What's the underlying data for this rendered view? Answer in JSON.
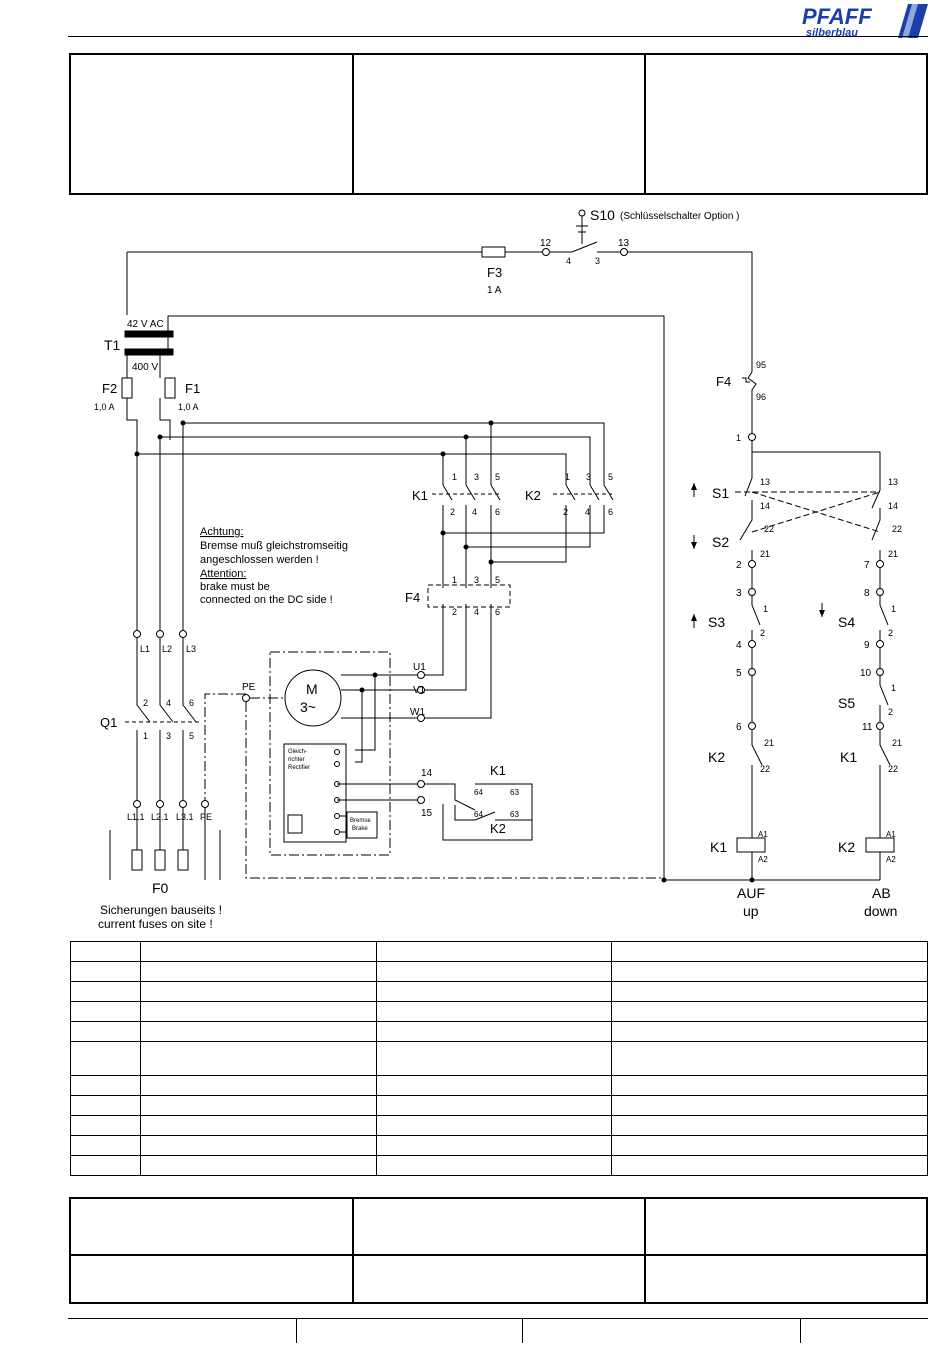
{
  "brand": {
    "name": "PFAFF",
    "sub": "silberblau",
    "accent": "#1a3fa8"
  },
  "components": {
    "s10": "S10",
    "s10_note": "(Schlüsselschalter Option )",
    "f3": "F3",
    "f3_rating": "1 A",
    "t1": "T1",
    "t1_secondary": "42 V AC",
    "t1_primary": "400 V",
    "f1": "F1",
    "f1_rating": "1,0 A",
    "f2": "F2",
    "f2_rating": "1,0 A",
    "f4": "F4",
    "k1": "K1",
    "k2": "K2",
    "q1": "Q1",
    "f0": "F0",
    "s1": "S1",
    "s2": "S2",
    "s3": "S3",
    "s4": "S4",
    "s5": "S5",
    "pe": "PE",
    "motor_m": "M",
    "motor_3": "3~",
    "u1": "U1",
    "v1": "V1",
    "w1": "W1",
    "l1": "L1",
    "l2": "L2",
    "l3": "L3",
    "l11": "L1.1",
    "l21": "L2.1",
    "l31": "L3.1",
    "pe2": "PE",
    "rectifier_de": "Gleich-",
    "rectifier_de2": "richter",
    "rectifier_en": "Rectifier",
    "brake_de": "Bremse",
    "brake_en": "Brake"
  },
  "notes": {
    "warn_de_title": "Achtung:",
    "warn_de_1": "Bremse muß gleichstromseitig",
    "warn_de_2": "angeschlossen werden !",
    "warn_en_title": "Attention:",
    "warn_en_1": "brake must be",
    "warn_en_2": "connected on the DC side !",
    "fuses_de": "Sicherungen bauseits !",
    "fuses_en": "current fuses on site !"
  },
  "directions": {
    "up_de": "AUF",
    "up_en": "up",
    "down_de": "AB",
    "down_en": "down"
  },
  "terminals": {
    "t12": "12",
    "t13": "13",
    "t4": "4",
    "t3": "3",
    "t95": "95",
    "t96": "96",
    "n1": "1",
    "n2": "2",
    "n3": "3",
    "n4": "4",
    "n5": "5",
    "n6": "6",
    "n7": "7",
    "n8": "8",
    "n9": "9",
    "n10": "10",
    "n11": "11",
    "n13": "13",
    "n14": "14",
    "n15": "15",
    "n21": "21",
    "n22": "22",
    "n63": "63",
    "n64": "64",
    "a1": "A1",
    "a2": "A2"
  }
}
